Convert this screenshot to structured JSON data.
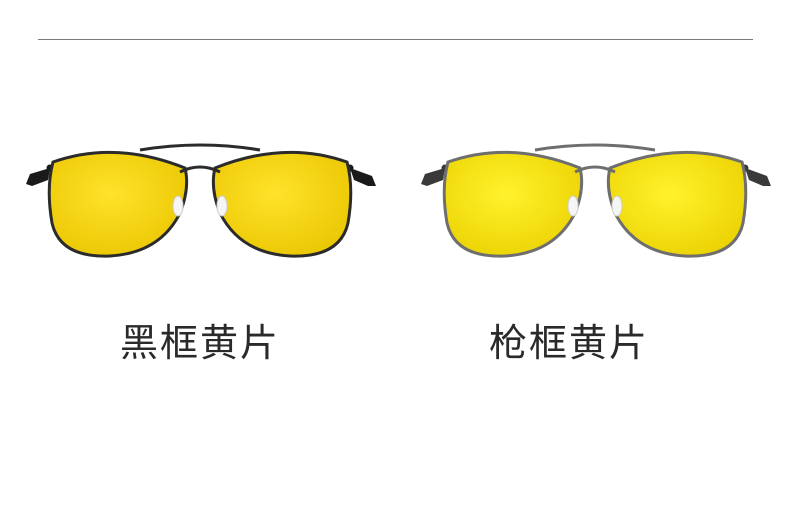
{
  "products": [
    {
      "caption": "黑框黄片",
      "frame_color": "#2b2b2b",
      "temple_color": "#1a1a1a",
      "lens_color": "#f2d400",
      "icon": "black-frame-aviator-sunglasses"
    },
    {
      "caption": "枪框黄片",
      "frame_color": "#6e6e6e",
      "temple_color": "#3a3a3a",
      "lens_color": "#f6e000",
      "icon": "gunmetal-frame-aviator-sunglasses"
    }
  ]
}
